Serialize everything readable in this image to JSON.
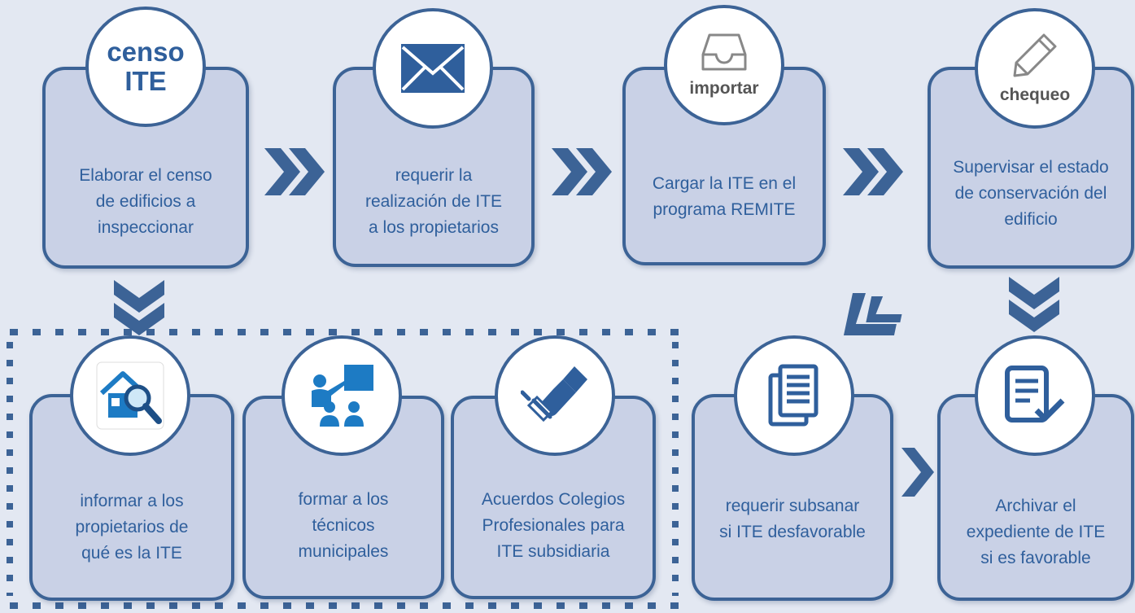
{
  "colors": {
    "accent": "#3c6396",
    "card_fill": "#c9d1e6",
    "text": "#2f5f9c",
    "background": "#e3e8f2"
  },
  "steps": {
    "censo": {
      "icon_line1": "censo",
      "icon_line2": "ITE",
      "text": "Elaborar el censo\nde edificios a\ninspeccionar"
    },
    "requerir": {
      "icon": "envelope-icon",
      "text": "requerir la\nrealización de ITE\na los propietarios"
    },
    "importar": {
      "icon": "inbox-tray-icon",
      "icon_label": "importar",
      "text": "Cargar la ITE en el\nprograma REMITE"
    },
    "chequeo": {
      "icon": "pencil-icon",
      "icon_label": "chequeo",
      "text": "Supervisar el estado\nde conservación del\nedificio"
    },
    "informar": {
      "icon": "house-search-icon",
      "text": "informar a los\npropietarios de\nqué es la ITE"
    },
    "formar": {
      "icon": "teacher-board-icon",
      "text": "formar a los\ntécnicos\nmunicipales"
    },
    "acuerdos": {
      "icon": "handshake-icon",
      "text": "Acuerdos Colegios\nProfesionales para\nITE subsidiaria"
    },
    "subsanar": {
      "icon": "documents-icon",
      "text": "requerir subsanar\nsi ITE desfavorable"
    },
    "archivar": {
      "icon": "checklist-icon",
      "text": "Archivar el\nexpediente de ITE\nsi es favorable"
    }
  }
}
